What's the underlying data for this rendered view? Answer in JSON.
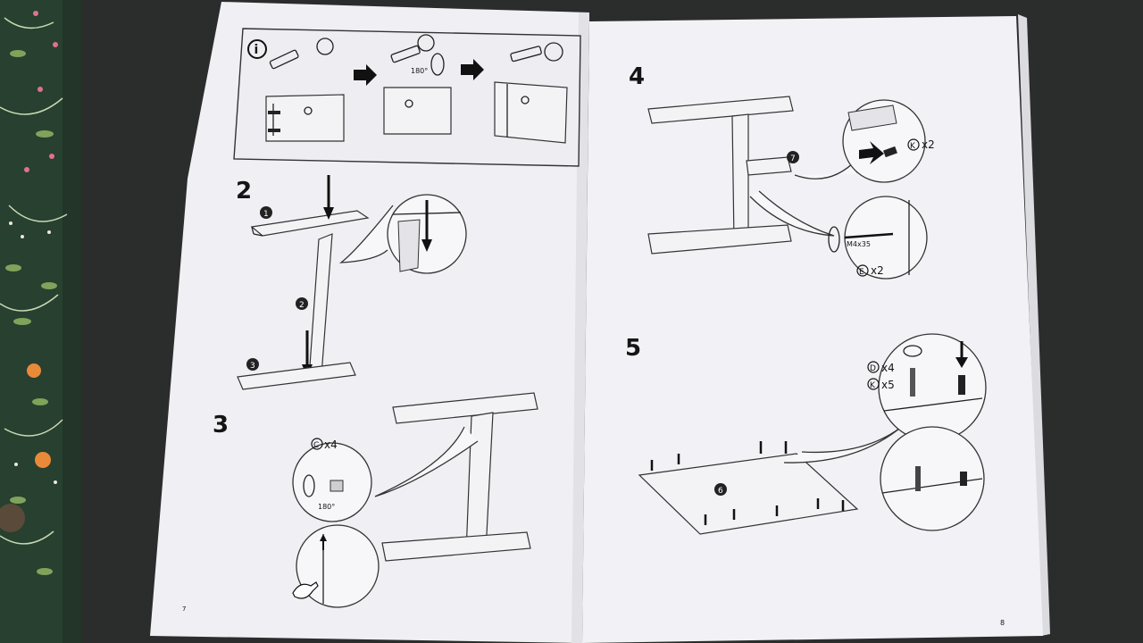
{
  "manual": {
    "info_symbol": "i",
    "steps": [
      {
        "number": "2",
        "parts": [
          "1",
          "2",
          "3"
        ]
      },
      {
        "number": "3",
        "hardware": [
          {
            "label": "C",
            "qty": "x4"
          }
        ],
        "rotation": "180°"
      },
      {
        "number": "4",
        "parts": [
          "7"
        ],
        "hardware": [
          {
            "label": "K",
            "qty": "x2"
          },
          {
            "label": "E",
            "qty": "x2"
          }
        ],
        "screw": "M4x35"
      },
      {
        "number": "5",
        "parts": [
          "6"
        ],
        "hardware": [
          {
            "label": "D",
            "qty": "x4"
          },
          {
            "label": "K",
            "qty": "x5"
          }
        ]
      }
    ],
    "info_rotation": "180°",
    "page_number_right": "8",
    "page_number_left": "7"
  },
  "colors": {
    "background": "#2b2d2c",
    "paper": "#f1f0f4",
    "ink": "#151515",
    "fabric": "#27402f"
  }
}
